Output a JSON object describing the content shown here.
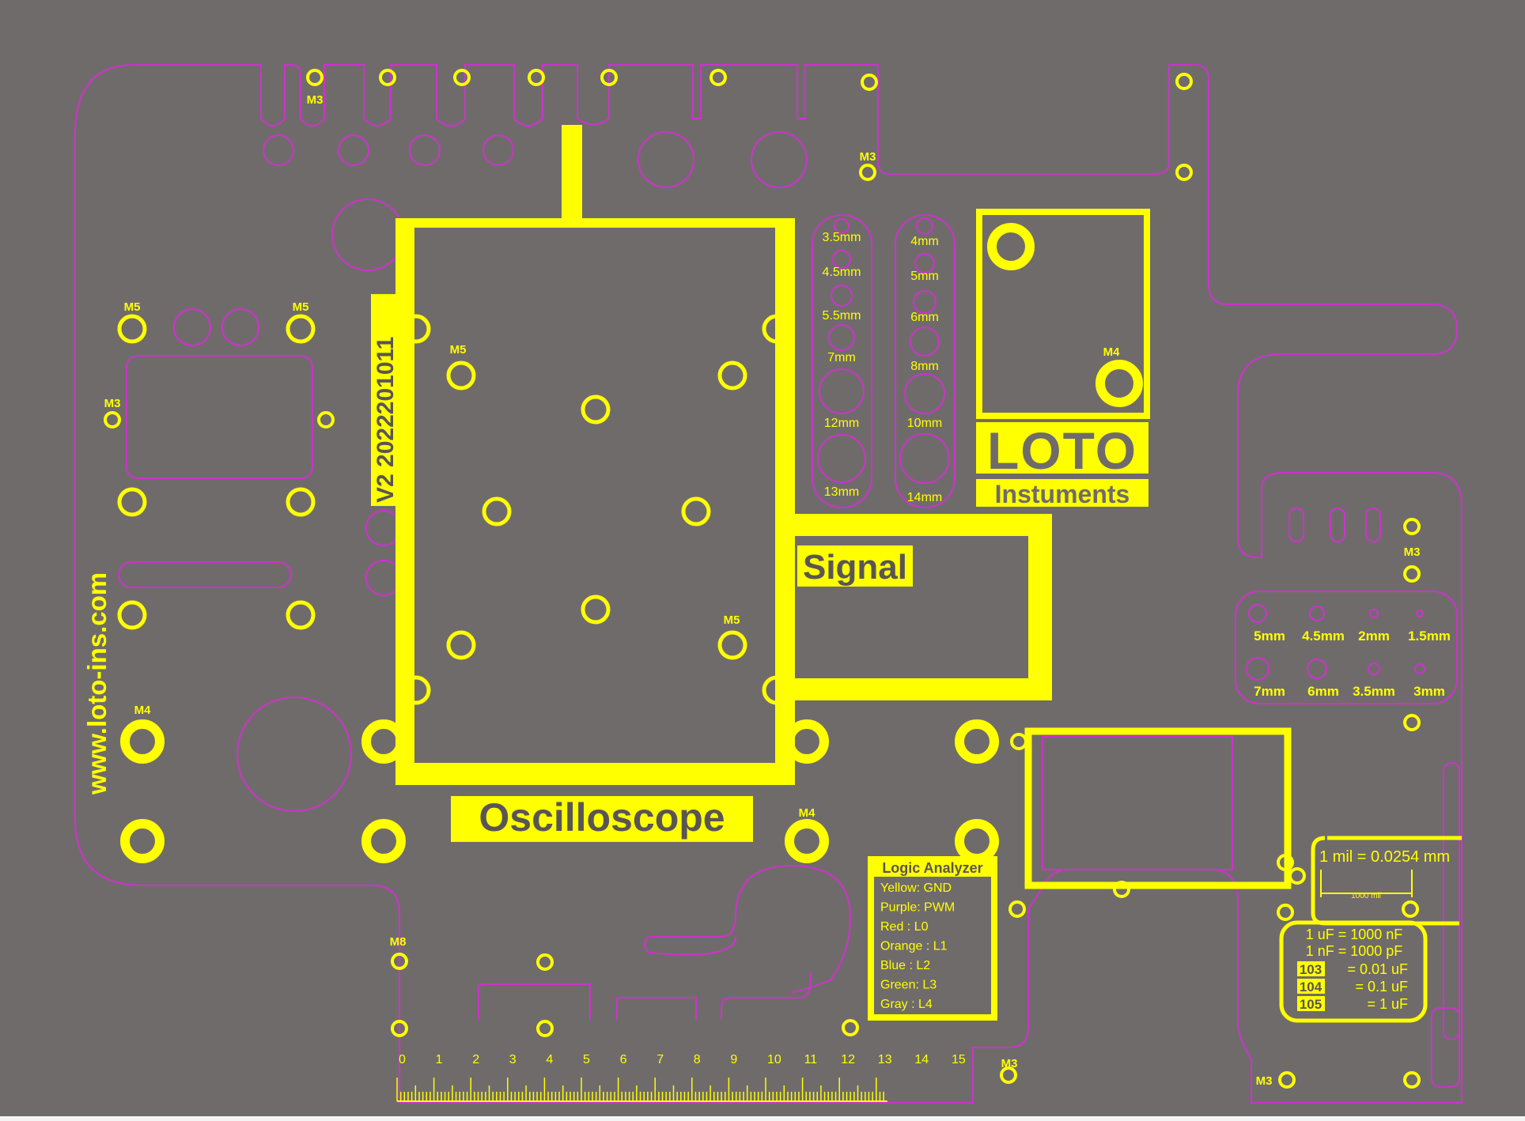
{
  "colors": {
    "background": "#706b6b",
    "outline": "#cc33cc",
    "silkscreen": "#ffff00",
    "dark_text": "#5a5555"
  },
  "labels": {
    "website": "www.loto-ins.com",
    "version": "V2 2022201011",
    "oscilloscope": "Oscilloscope",
    "signal": "Signal",
    "logo": "LOTO",
    "brand_sub": "Instuments",
    "m3": "M3",
    "m4": "M4",
    "m5": "M5",
    "m8": "M8"
  },
  "drill_gauge_left": [
    "3.5mm",
    "4.5mm",
    "5.5mm",
    "7mm",
    "12mm",
    "13mm"
  ],
  "drill_gauge_right": [
    "4mm",
    "5mm",
    "6mm",
    "8mm",
    "10mm",
    "14mm"
  ],
  "drill_gauge_small_top": [
    "5mm",
    "4.5mm",
    "2mm",
    "1.5mm"
  ],
  "drill_gauge_small_bottom": [
    "7mm",
    "6mm",
    "3.5mm",
    "3mm"
  ],
  "logic_analyzer": {
    "title": "Logic Analyzer",
    "rows": [
      "Yellow: GND",
      "Purple: PWM",
      "Red : L0",
      "Orange : L1",
      "Blue : L2",
      "Green: L3",
      "Gray : L4"
    ]
  },
  "conversions": {
    "mil": "1 mil = 0.0254 mm",
    "mil_scale": "1000 mil",
    "uf_nf": "1 uF = 1000 nF",
    "nf_pf": "1 nF = 1000 pF",
    "cap_codes": [
      {
        "code": "103",
        "value": "= 0.01 uF"
      },
      {
        "code": "104",
        "value": "= 0.1 uF"
      },
      {
        "code": "105",
        "value": "= 1 uF"
      }
    ]
  },
  "ruler": {
    "numbers": [
      "0",
      "1",
      "2",
      "3",
      "4",
      "5",
      "6",
      "7",
      "8",
      "9",
      "10",
      "11",
      "12",
      "13",
      "14",
      "15"
    ]
  }
}
